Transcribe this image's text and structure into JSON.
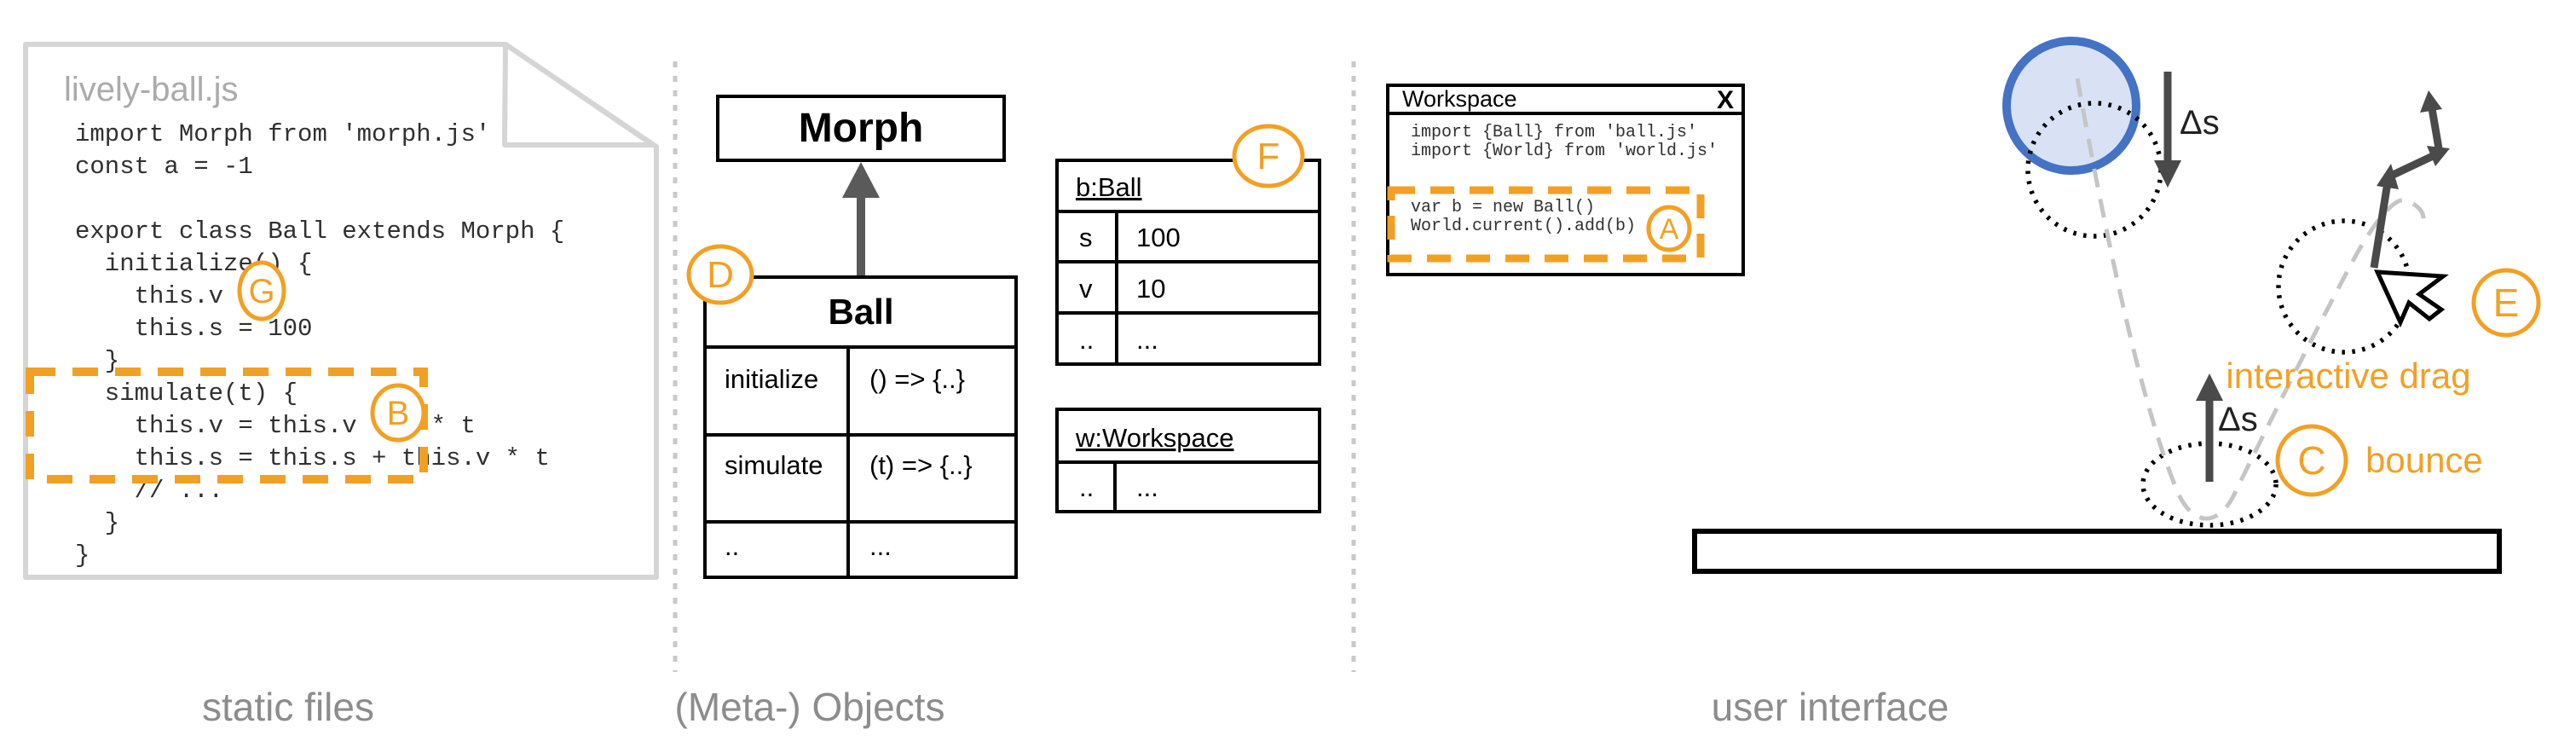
{
  "colors": {
    "orange": "#F2A024",
    "blue_stroke": "#4472C4",
    "blue_fill": "#D9E2F4",
    "gray_label": "#8C8C8C"
  },
  "sections": {
    "static_files": "static files",
    "meta_objects": "(Meta-) Objects",
    "user_interface": "user interface"
  },
  "file_card": {
    "filename": "lively-ball.js",
    "code_lines": [
      "import Morph from 'morph.js'",
      "const a = -1",
      "",
      "export class Ball extends Morph {",
      "  initialize() {",
      "    this.v = 0",
      "    this.s = 100",
      "  }",
      "  simulate(t) {",
      "    this.v = this.v + a * t",
      "    this.s = this.s + this.v * t",
      "    // ...",
      "  }",
      "}"
    ],
    "annotation_g": "G",
    "annotation_b": "B"
  },
  "meta_objects": {
    "superclass_label": "Morph",
    "annotation_d": "D",
    "class_table": {
      "title": "Ball",
      "rows": [
        {
          "key": "initialize",
          "value": "() => {..}"
        },
        {
          "key": "simulate",
          "value": "(t) => {..}"
        },
        {
          "key": "..",
          "value": "..."
        }
      ]
    },
    "annotation_f": "F",
    "instance_table": {
      "title": "b:Ball",
      "rows": [
        {
          "key": "s",
          "value": "100"
        },
        {
          "key": "v",
          "value": "10"
        },
        {
          "key": "..",
          "value": "..."
        }
      ]
    },
    "workspace_table": {
      "title": "w:Workspace",
      "rows": [
        {
          "key": "..",
          "value": "..."
        }
      ]
    }
  },
  "workspace_window": {
    "title": "Workspace",
    "close_label": "X",
    "code_lines": [
      "import {Ball} from 'ball.js'",
      "import {World} from 'world.js'",
      "",
      "",
      "var b = new Ball()",
      "World.current().add(b)"
    ],
    "annotation_a": "A"
  },
  "simulation": {
    "fall_delta_label": "Δs",
    "bounce_delta_label": "Δs",
    "annotation_c": "C",
    "bounce_label": "bounce",
    "annotation_e": "E",
    "drag_label": "interactive drag"
  }
}
